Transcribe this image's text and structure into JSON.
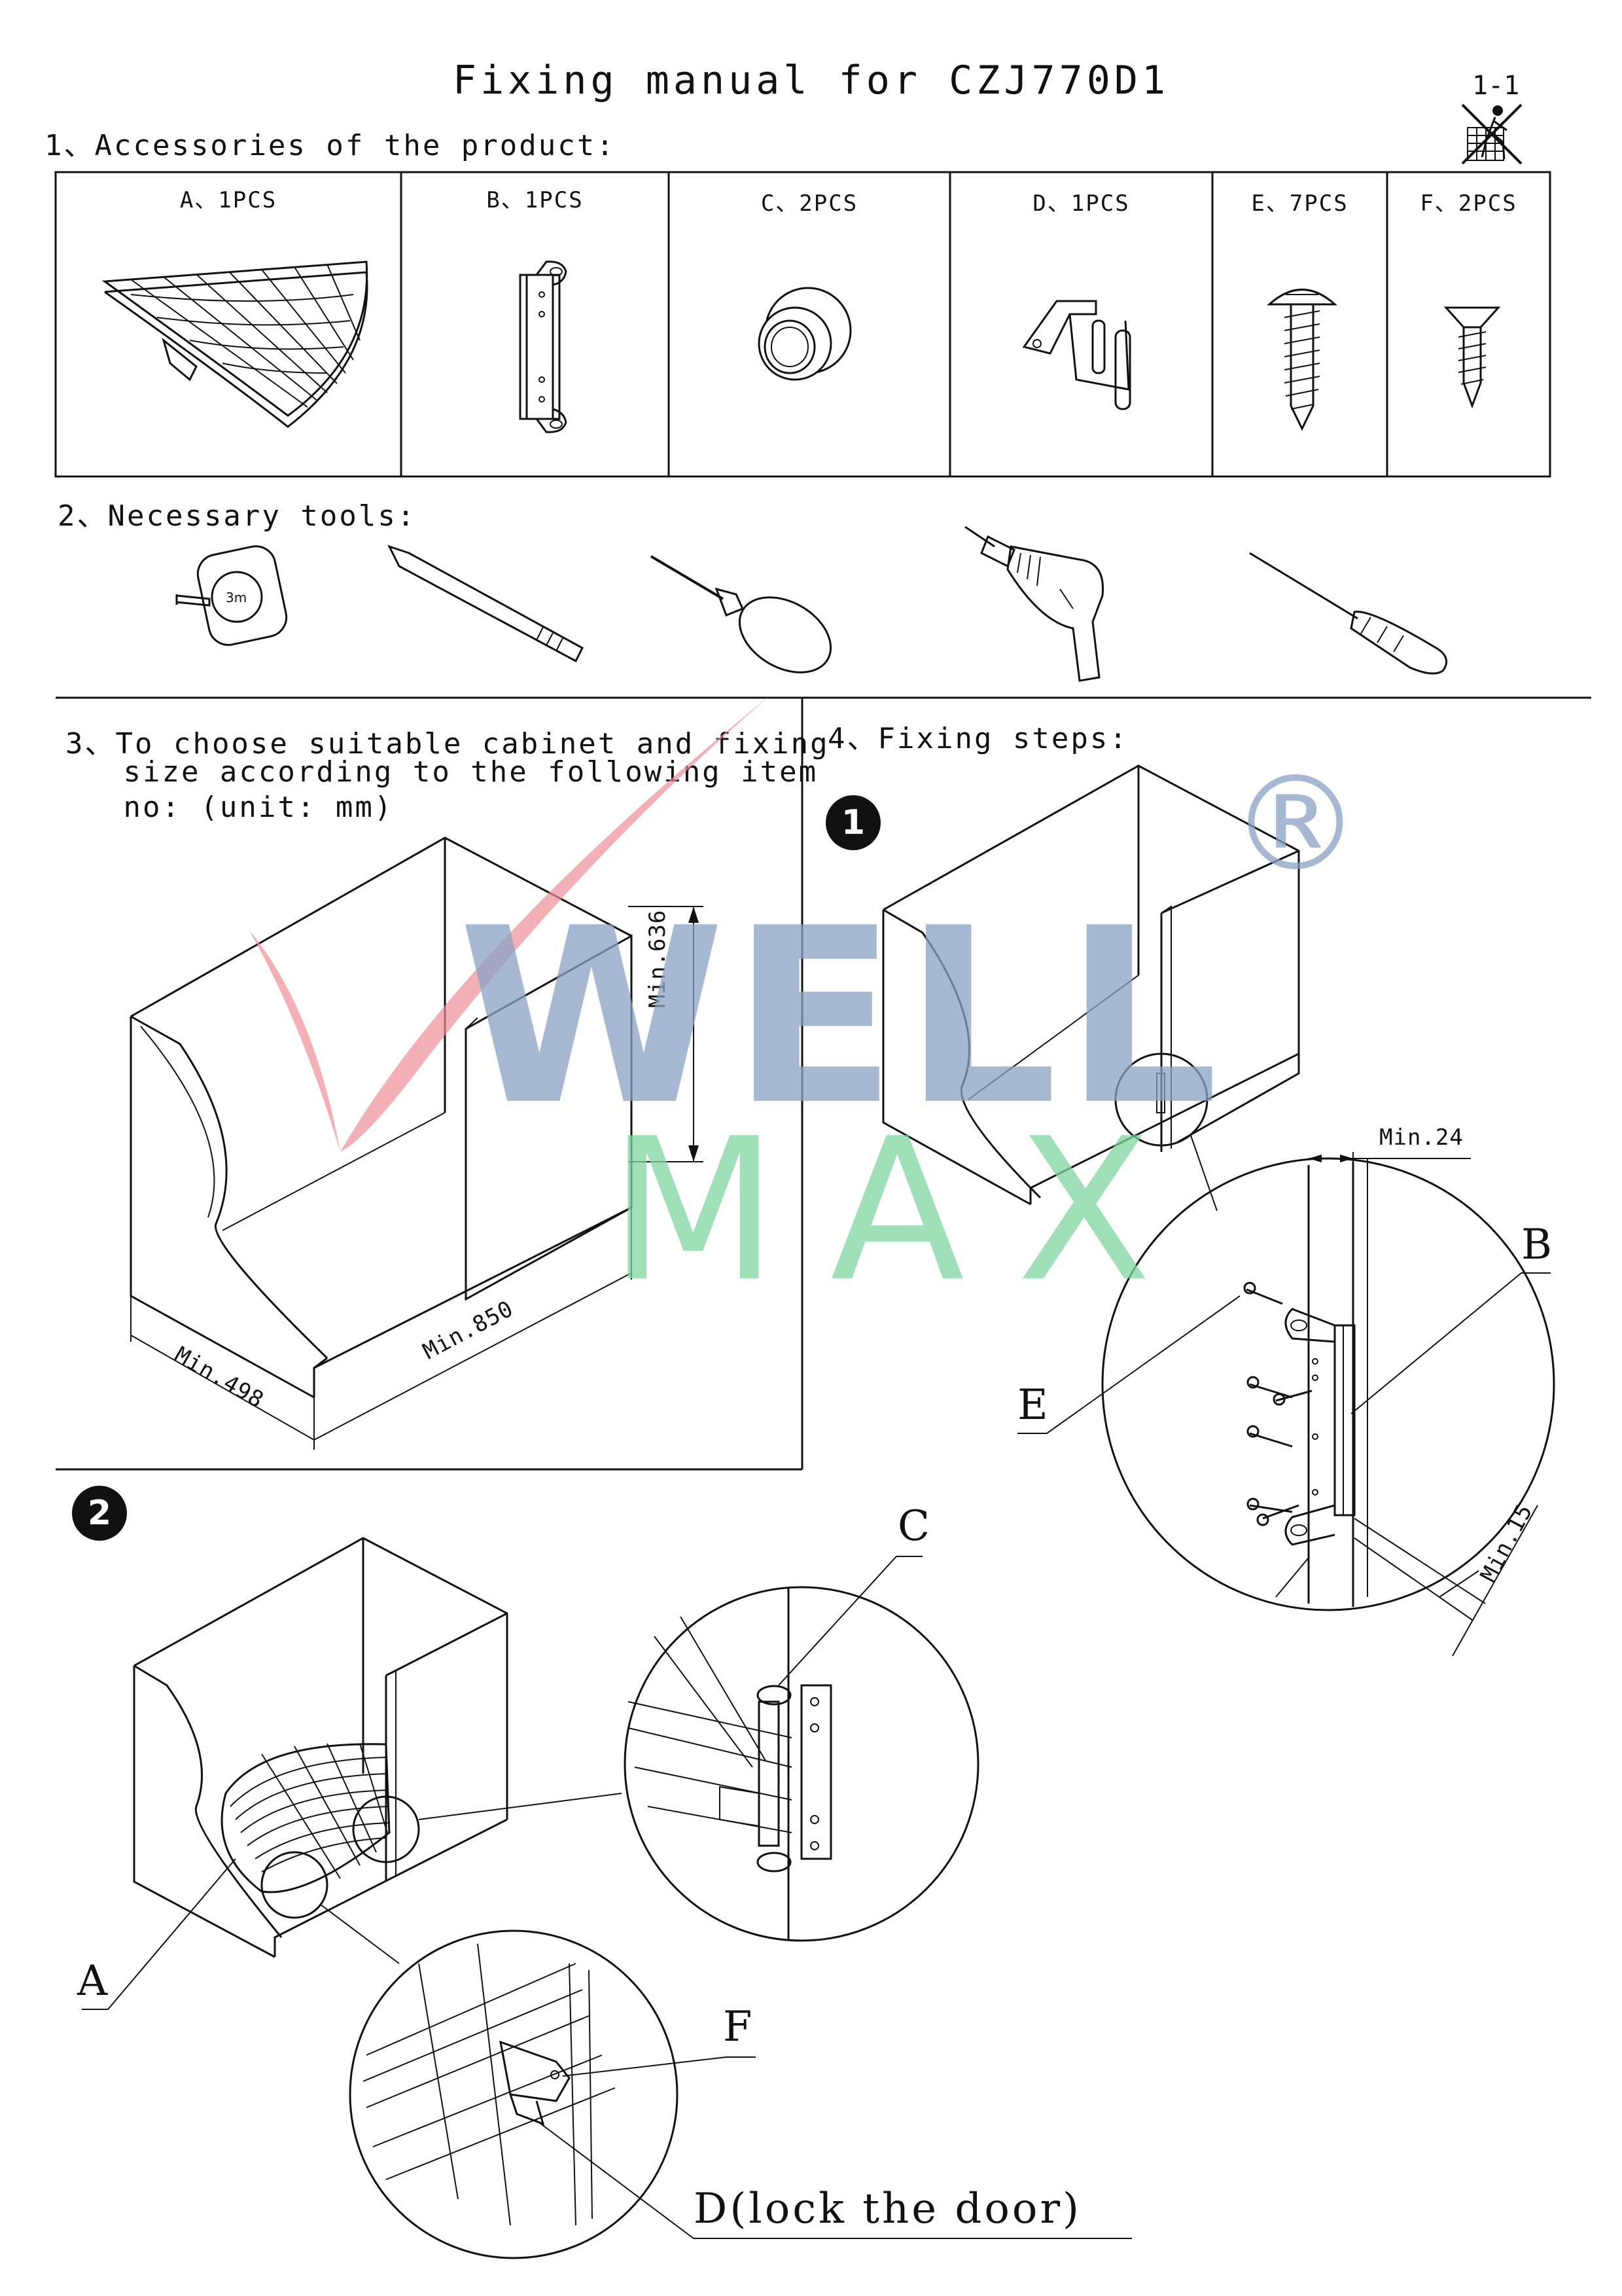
{
  "header": {
    "title": "Fixing manual for CZJ770D1",
    "page": "1-1"
  },
  "section1": {
    "heading": "1、Accessories of the product:",
    "accessories": [
      {
        "label": "A、1PCS",
        "icon": "wire-basket-icon"
      },
      {
        "label": "B、1PCS",
        "icon": "mounting-bracket-icon"
      },
      {
        "label": "C、2PCS",
        "icon": "bushing-icon"
      },
      {
        "label": "D、1PCS",
        "icon": "lock-clip-icon"
      },
      {
        "label": "E、7PCS",
        "icon": "round-head-screw-icon"
      },
      {
        "label": "F、2PCS",
        "icon": "countersunk-screw-icon"
      }
    ]
  },
  "section2": {
    "heading": "2、Necessary tools:",
    "tools": [
      "tape-measure-icon",
      "pencil-icon",
      "awl-icon",
      "power-drill-icon",
      "screwdriver-icon"
    ]
  },
  "section3": {
    "heading_lines": [
      "3、To choose suitable cabinet and fixing",
      "   size according to the following item",
      "   no: (unit: mm)"
    ],
    "dims": {
      "height": "Min.636",
      "width": "Min.850",
      "depth": "Min.498"
    }
  },
  "section4": {
    "heading": "4、Fixing steps:",
    "step1": {
      "number": "1",
      "dim_top": "Min.24",
      "dim_bottom": "Min.15",
      "callout_b": "B",
      "callout_e": "E"
    },
    "step2": {
      "number": "2",
      "callout_a": "A",
      "callout_c": "C",
      "callout_f": "F",
      "callout_d": "D(lock the door)"
    }
  },
  "watermark": {
    "text_top": "WELL",
    "text_bottom": "MAX",
    "registered": "®",
    "color_top": "#8aa2c4",
    "color_bottom": "#7fd6a2",
    "color_check": "#f08f98"
  },
  "recycle_icon": "crossed-out-bin-icon"
}
